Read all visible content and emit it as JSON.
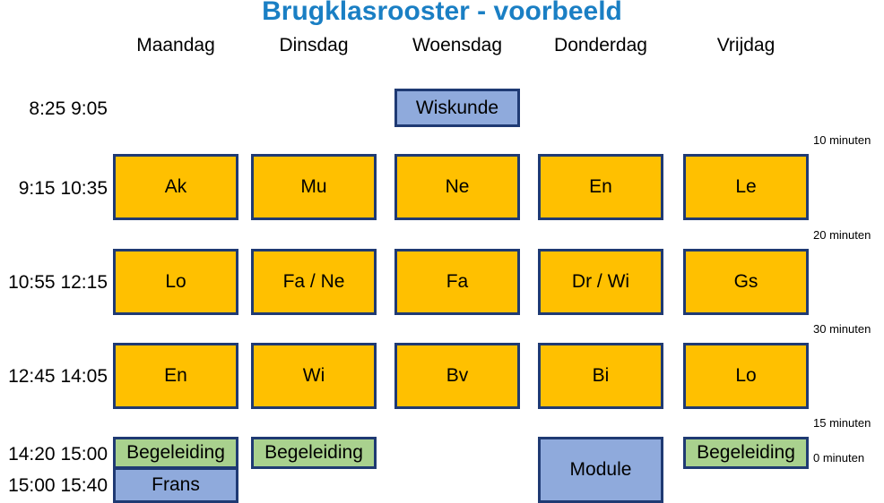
{
  "title": "Brugklasrooster - voorbeeld",
  "colors": {
    "title": "#1a7fc4",
    "lesson": "#ffc000",
    "special": "#8faadc",
    "begeleiding": "#a9d18e",
    "border": "#1f3a73"
  },
  "days": [
    "Maandag",
    "Dinsdag",
    "Woensdag",
    "Donderdag",
    "Vrijdag"
  ],
  "times": [
    "8:25 9:05",
    "9:15 10:35",
    "10:55 12:15",
    "12:45 14:05",
    "14:20 15:00",
    "15:00 15:40"
  ],
  "breaks": [
    "10 minuten",
    "20 minuten",
    "30 minuten",
    "15 minuten",
    "0 minuten"
  ],
  "blocks": {
    "wo_1": "Wiskunde",
    "ma_2": "Ak",
    "di_2": "Mu",
    "wo_2": "Ne",
    "do_2": "En",
    "vr_2": "Le",
    "ma_3": "Lo",
    "di_3": "Fa / Ne",
    "wo_3": "Fa",
    "do_3": "Dr / Wi",
    "vr_3": "Gs",
    "ma_4": "En",
    "di_4": "Wi",
    "wo_4": "Bv",
    "do_4": "Bi",
    "vr_4": "Lo",
    "ma_5": "Begeleiding",
    "di_5": "Begeleiding",
    "vr_5": "Begeleiding",
    "ma_6": "Frans",
    "do_5": "Module"
  }
}
